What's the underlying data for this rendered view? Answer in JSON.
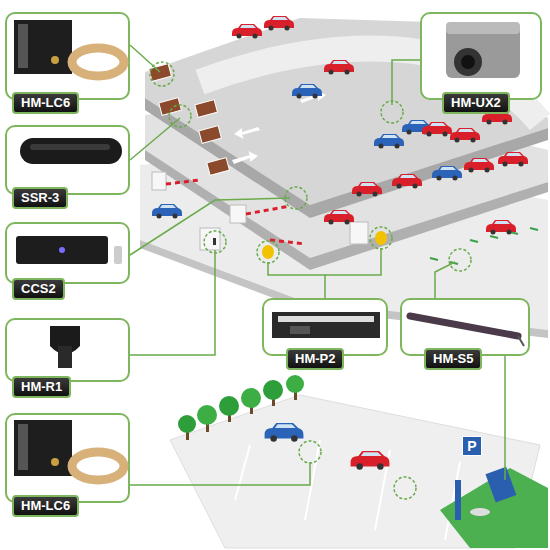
{
  "diagram": {
    "nodes": [
      {
        "text": [
          "HM-LC6"
        ]
      },
      {
        "text": [
          "HM-UX2"
        ]
      },
      {
        "text": [
          "SSR-3"
        ]
      },
      {
        "text": [
          "CCS2"
        ]
      },
      {
        "text": [
          "HM-P2"
        ]
      },
      {
        "text": [
          "HM-S5"
        ]
      },
      {
        "text": [
          "HM-R1"
        ]
      },
      {
        "text": [
          "HM-LC6"
        ]
      }
    ],
    "labels": [
      "P"
    ]
  }
}
